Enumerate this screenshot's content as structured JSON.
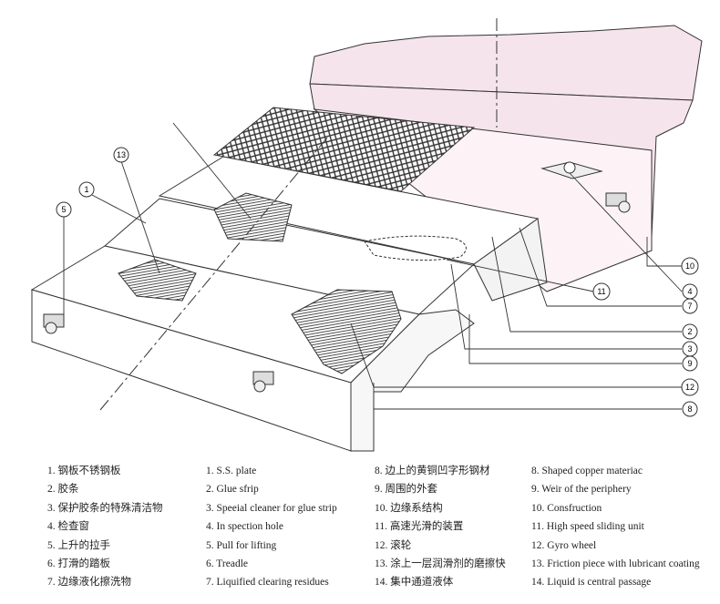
{
  "callouts": [
    "1",
    "2",
    "3",
    "4",
    "5",
    "7",
    "8",
    "9",
    "10",
    "11",
    "12",
    "13"
  ],
  "legend_cn": [
    "1. 钢板不锈钢板",
    "2. 胶条",
    "3. 保护胶条的特殊清洁物",
    "4. 检查窗",
    "5. 上升的拉手",
    "6. 打滑的踏板",
    "7. 边缘液化擦洗物",
    "8. 边上的黄铜凹字形钢材",
    "9. 周围的外套",
    "10. 边缘系结构",
    "11. 高速光滑的装置",
    "12. 滚轮",
    "13. 涂上一层润滑剂的磨擦快",
    "14. 集中通道液体"
  ],
  "legend_en": [
    "1. S.S. plate",
    "2. Glue sfrip",
    "3. Speeial cleaner for glue strip",
    "4. In spection hole",
    "5. Pull for lifting",
    "6. Treadle",
    "7. Liquified clearing residues",
    "8. Shaped copper materiac",
    "9. Weir of the periphery",
    "10. Consfruction",
    "11. High speed sliding unit",
    "12. Gyro wheel",
    "13. Friction piece with lubricant coating",
    "14. Liquid is central passage"
  ],
  "colors": {
    "wall": "#f6e4ec",
    "line": "#333333",
    "background": "#ffffff"
  }
}
